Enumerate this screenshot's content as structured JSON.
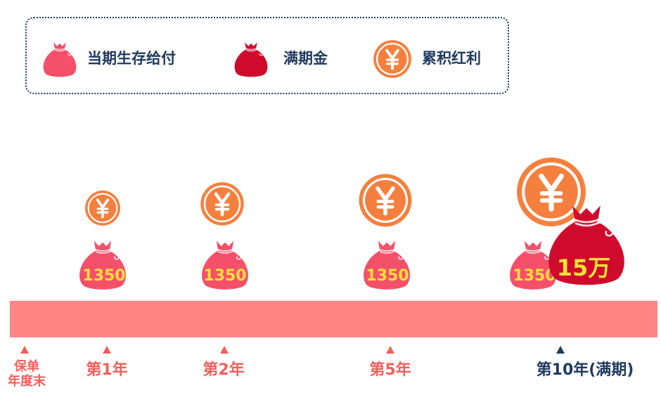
{
  "legend": {
    "items": [
      {
        "label": "当期生存给付",
        "icon": "money-bag-pink-icon",
        "color": "#f5506a"
      },
      {
        "label": "满期金",
        "icon": "money-bag-red-icon",
        "color": "#cf0a2c"
      },
      {
        "label": "累积红利",
        "icon": "yuan-coin-icon",
        "color": "#f5803e"
      }
    ]
  },
  "coin_symbol": "￥",
  "timeline": {
    "start_label_line1": "保单",
    "start_label_line2": "年度末",
    "ticks": [
      {
        "label": "第1年",
        "bag_amount": "1350"
      },
      {
        "label": "第2年",
        "bag_amount": "1350"
      },
      {
        "label": "第5年",
        "bag_amount": "1350"
      },
      {
        "label": "第10年(满期)",
        "bag_amount": "1350",
        "maturity_amount": "15万"
      }
    ]
  },
  "colors": {
    "band": "#ff8585",
    "accent_coral": "#f0605a",
    "navy": "#1f3a5f",
    "coin_orange": "#f5803e",
    "amount_yellow": "#ffe03a"
  }
}
